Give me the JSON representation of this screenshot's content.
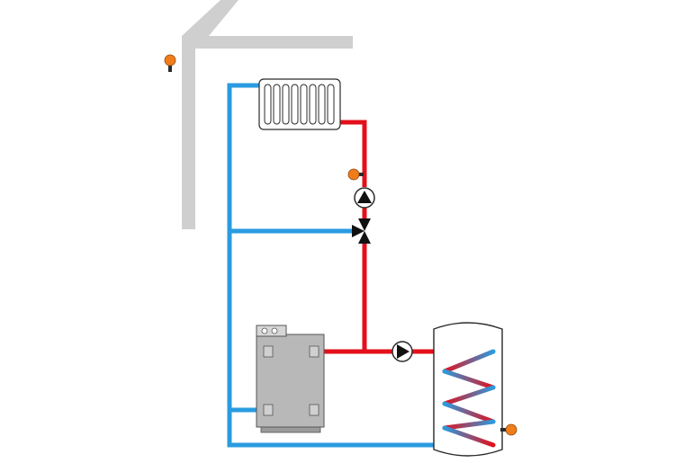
{
  "diagram": {
    "kind": "heating-system-schematic",
    "components": [
      {
        "id": "house-outline",
        "label": ""
      },
      {
        "id": "outdoor-sensor",
        "label": ""
      },
      {
        "id": "radiator",
        "label": ""
      },
      {
        "id": "flow-temperature-sensor",
        "label": ""
      },
      {
        "id": "heating-circuit-pump",
        "label": ""
      },
      {
        "id": "three-way-mixing-valve",
        "label": ""
      },
      {
        "id": "boiler",
        "label": ""
      },
      {
        "id": "storage-charging-pump",
        "label": ""
      },
      {
        "id": "hot-water-cylinder",
        "label": ""
      },
      {
        "id": "cylinder-temperature-sensor",
        "label": ""
      }
    ],
    "colors": {
      "supply_pipe": "#e3101b",
      "return_pipe": "#2a9be0",
      "house": "#cfcfcf",
      "boiler_body": "#b8b8b8",
      "sensor": "#f07d1a",
      "outline": "#2b2b2b"
    }
  }
}
